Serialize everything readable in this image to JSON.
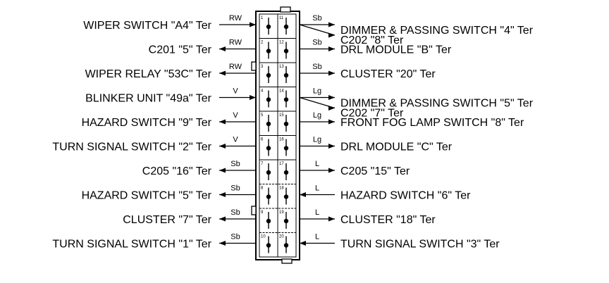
{
  "left_rows": [
    {
      "label": "WIPER SWITCH \"A4\" Ter",
      "wire": "RW",
      "pin": "1",
      "dir": "in"
    },
    {
      "label": "C201 \"5\" Ter",
      "wire": "RW",
      "pin": "2",
      "dir": "out"
    },
    {
      "label": "WIPER RELAY \"53C\" Ter",
      "wire": "RW",
      "pin": "3",
      "dir": "out"
    },
    {
      "label": "BLINKER UNIT \"49a\" Ter",
      "wire": "V",
      "pin": "4",
      "dir": "in"
    },
    {
      "label": "HAZARD SWITCH \"9\" Ter",
      "wire": "V",
      "pin": "5",
      "dir": "out"
    },
    {
      "label": "TURN SIGNAL SWITCH \"2\" Ter",
      "wire": "V",
      "pin": "6",
      "dir": "out"
    },
    {
      "label": "C205 \"16\" Ter",
      "wire": "Sb",
      "pin": "7",
      "dir": "out"
    },
    {
      "label": "HAZARD SWITCH \"5\" Ter",
      "wire": "Sb",
      "pin": "8",
      "dir": "out"
    },
    {
      "label": "CLUSTER \"7\" Ter",
      "wire": "Sb",
      "pin": "9",
      "dir": "out"
    },
    {
      "label": "TURN SIGNAL SWITCH \"1\" Ter",
      "wire": "Sb",
      "pin": "10",
      "dir": "out"
    }
  ],
  "right_rows": [
    {
      "labels": [
        "DIMMER & PASSING SWITCH \"4\" Ter",
        "C202 \"8\" Ter"
      ],
      "wire": "Sb",
      "pin": "11",
      "dir": "split"
    },
    {
      "labels": [
        "DRL MODULE \"B\" Ter"
      ],
      "wire": "Sb",
      "pin": "12",
      "dir": "out"
    },
    {
      "labels": [
        "CLUSTER \"20\" Ter"
      ],
      "wire": "Sb",
      "pin": "13",
      "dir": "out"
    },
    {
      "labels": [
        "DIMMER & PASSING SWITCH \"5\" Ter",
        "C202 \"7\" Ter"
      ],
      "wire": "Lg",
      "pin": "14",
      "dir": "split"
    },
    {
      "labels": [
        "FRONT FOG LAMP SWITCH \"8\" Ter"
      ],
      "wire": "Lg",
      "pin": "15",
      "dir": "out"
    },
    {
      "labels": [
        "DRL MODULE \"C\" Ter"
      ],
      "wire": "Lg",
      "pin": "16",
      "dir": "out"
    },
    {
      "labels": [
        "C205 \"15\" Ter"
      ],
      "wire": "L",
      "pin": "17",
      "dir": "out"
    },
    {
      "labels": [
        "HAZARD SWITCH \"6\" Ter"
      ],
      "wire": "L",
      "pin": "18",
      "dir": "in"
    },
    {
      "labels": [
        "CLUSTER \"18\" Ter"
      ],
      "wire": "L",
      "pin": "19",
      "dir": "out"
    },
    {
      "labels": [
        "TURN SIGNAL SWITCH \"3\" Ter"
      ],
      "wire": "L",
      "pin": "20",
      "dir": "in"
    }
  ],
  "colors": {
    "ink": "#000000",
    "paper": "#ffffff"
  }
}
